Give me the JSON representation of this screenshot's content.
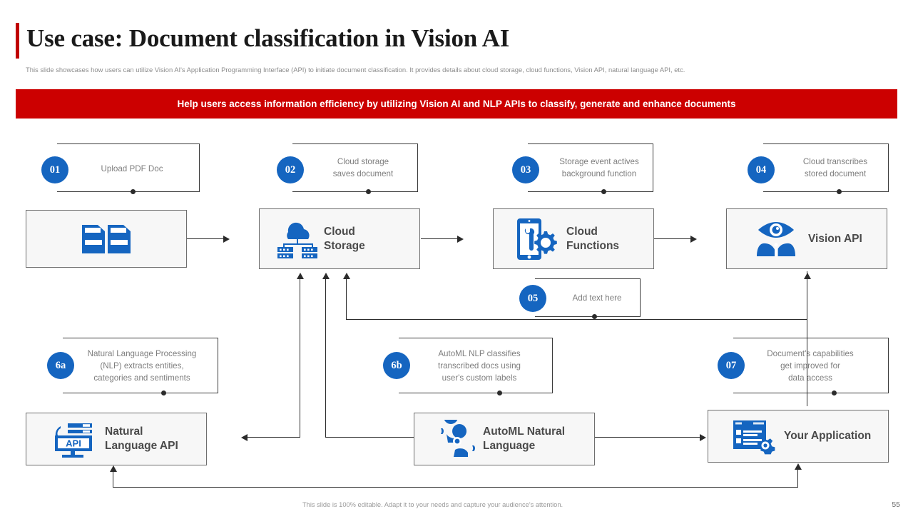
{
  "header": {
    "title": "Use case: Document classification in Vision AI",
    "subtitle": "This slide showcases how users can utilize Vision AI's Application Programming Interface (API) to initiate document classification. It provides details about cloud storage, cloud functions, Vision API, natural language API, etc.",
    "accent_color": "#c00000"
  },
  "banner": {
    "text": "Help users access information efficiency by utilizing Vision AI and NLP APIs to classify, generate and enhance documents",
    "background_color": "#cc0000",
    "text_color": "#ffffff"
  },
  "callouts": [
    {
      "number": "01",
      "text": "Upload PDF Doc"
    },
    {
      "number": "02",
      "text": "Cloud storage\nsaves document"
    },
    {
      "number": "03",
      "text": "Storage event actives\nbackground function"
    },
    {
      "number": "04",
      "text": "Cloud transcribes\nstored document"
    },
    {
      "number": "05",
      "text": "Add text here"
    },
    {
      "number": "6a",
      "text": "Natural Language Processing\n(NLP) extracts entities,\ncategories and sentiments"
    },
    {
      "number": "6b",
      "text": "AutoML NLP classifies\ntranscribed docs using\nuser's custom labels"
    },
    {
      "number": "07",
      "text": "Document's capabilities\nget improved for\ndata access"
    }
  ],
  "process_boxes": [
    {
      "id": "documents",
      "label": "",
      "icon": "two-documents-icon"
    },
    {
      "id": "cloud-storage",
      "label": "Cloud\nStorage",
      "icon": "cloud-storage-icon"
    },
    {
      "id": "cloud-functions",
      "label": "Cloud\nFunctions",
      "icon": "cloud-functions-icon"
    },
    {
      "id": "vision-api",
      "label": "Vision API",
      "icon": "vision-eye-icon"
    },
    {
      "id": "natural-language-api",
      "label": "Natural\nLanguage API",
      "icon": "api-monitor-icon"
    },
    {
      "id": "automl-natural-language",
      "label": "AutoML Natural\nLanguage",
      "icon": "automl-speech-icon"
    },
    {
      "id": "your-application",
      "label": "Your Application",
      "icon": "application-window-gear-icon"
    }
  ],
  "colors": {
    "badge_blue": "#1565c0",
    "icon_blue": "#1565c0",
    "box_fill": "#f7f7f7",
    "box_border": "#6e6e6e",
    "connector": "#2b2b2b"
  },
  "footer": {
    "note": "This slide is 100% editable. Adapt it to your needs and capture your audience's attention.",
    "page_number": "55"
  }
}
